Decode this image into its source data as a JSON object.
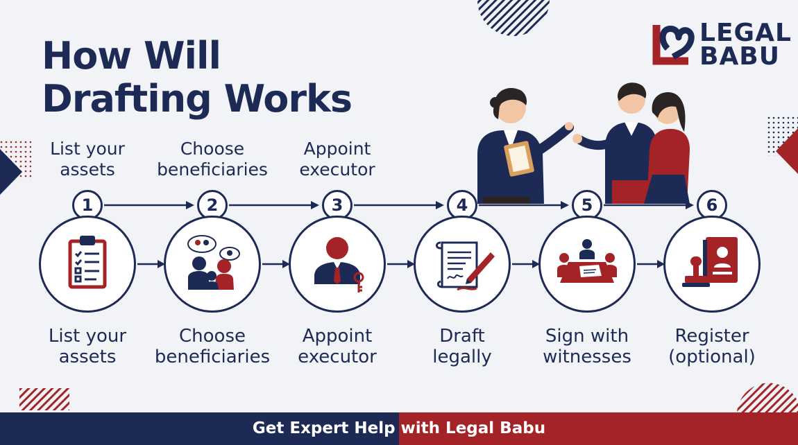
{
  "title": {
    "line1": "How Will",
    "line2": "Drafting Works"
  },
  "logo": {
    "line1": "LEGAL",
    "line2": "BABU"
  },
  "steps": [
    {
      "number": "1",
      "top_line1": "List your",
      "top_line2": "assets",
      "bottom_line1": "List your",
      "bottom_line2": "assets",
      "icon": "checklist-clipboard-icon"
    },
    {
      "number": "2",
      "top_line1": "Choose",
      "top_line2": "beneficiaries",
      "bottom_line1": "Choose",
      "bottom_line2": "beneficiaries",
      "icon": "family-icon"
    },
    {
      "number": "3",
      "top_line1": "Appoint",
      "top_line2": "executor",
      "bottom_line1": "Appoint",
      "bottom_line2": "executor",
      "icon": "executor-key-icon"
    },
    {
      "number": "4",
      "bottom_line1": "Draft",
      "bottom_line2": "legally",
      "icon": "document-pen-icon"
    },
    {
      "number": "5",
      "bottom_line1": "Sign with",
      "bottom_line2": "witnesses",
      "icon": "signing-table-icon"
    },
    {
      "number": "6",
      "bottom_line1": "Register",
      "bottom_line2": "(optional)",
      "icon": "stamp-certificate-icon"
    }
  ],
  "footer": {
    "text": "Get Expert Help with Legal Babu"
  },
  "colors": {
    "navy": "#1c2a55",
    "red": "#a32326",
    "background": "#f1f3f7"
  }
}
